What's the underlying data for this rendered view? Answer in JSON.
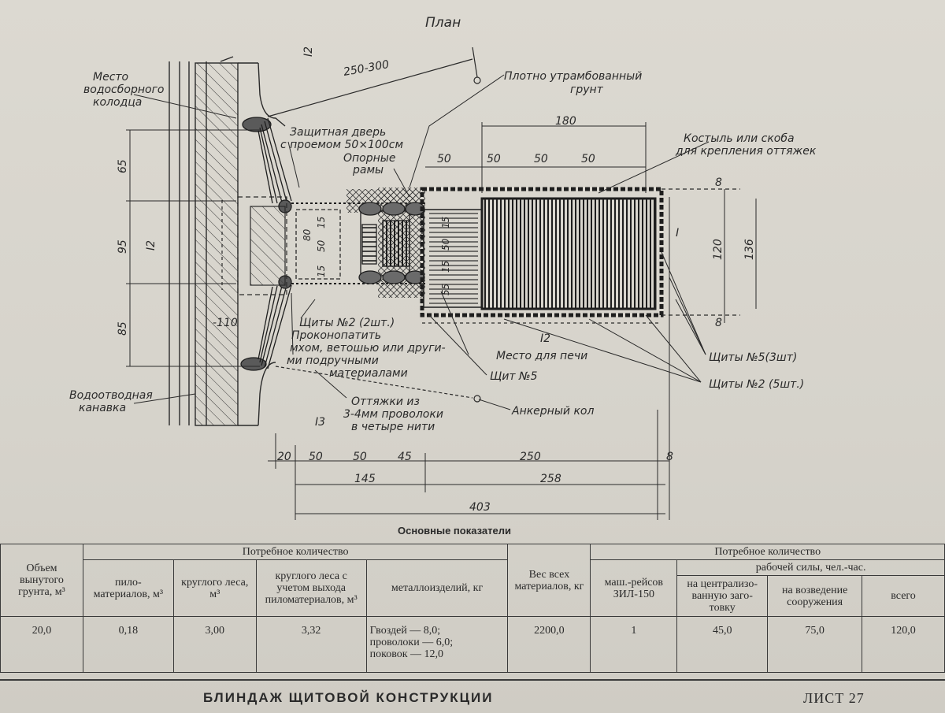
{
  "plan_title": "План",
  "callouts": {
    "well": [
      "Место",
      "водосборного",
      "колодца"
    ],
    "compacted_soil": [
      "Плотно утрамбованный",
      "грунт"
    ],
    "protective_door": [
      "Защитная дверь",
      "с проемом 50×100см"
    ],
    "support_frames": [
      "Опорные",
      "рамы"
    ],
    "staple": [
      "Костыль или скоба",
      "для крепления оттяжек"
    ],
    "shields_2_2pcs": "Щиты №2 (2шт.)",
    "caulk": [
      "Проконопатить",
      "мхом, ветошью или други-",
      "ми подручными",
      "материалами"
    ],
    "stove": "Место для печи",
    "shield_5": "Щит №5",
    "shields_5_3pcs": "Щиты №5(3шт)",
    "shields_2_5pcs": "Щиты №2 (5шт.)",
    "drainage": [
      "Водоотводная",
      "канавка"
    ],
    "guys": [
      "Оттяжки из",
      "3-4мм проволоки",
      "в четыре нити"
    ],
    "anchor": "Анкерный кол"
  },
  "dimensions": {
    "top_250_300": "250-300",
    "top_180": "180",
    "top_50a": "50",
    "top_50b": "50",
    "top_50c": "50",
    "top_50d": "50",
    "left_65": "65",
    "left_95": "95",
    "left_85": "85",
    "right_8a": "8",
    "right_120": "120",
    "right_136": "136",
    "right_8b": "8",
    "inner_80": "80",
    "inner_15a": "15",
    "inner_50": "50",
    "inner_15b": "15",
    "inner_15c": "15",
    "inner_50b": "50",
    "inner_15d": "15",
    "inner_55": "55",
    "minus_110": "-110",
    "bottom_20": "20",
    "bottom_50a": "50",
    "bottom_50b": "50",
    "bottom_45": "45",
    "bottom_250": "250",
    "bottom_8": "8",
    "bottom_145": "145",
    "bottom_258": "258",
    "bottom_403": "403",
    "section_I": "I",
    "section_marks": [
      "I2",
      "I2",
      "I2",
      "I3"
    ]
  },
  "table": {
    "caption": "Основные показатели",
    "header": {
      "volume": "Объем вынутого грунта, м³",
      "need_group": "Потребное количество",
      "lumber": "пило- материалов, м³",
      "round_wood": "круглого леса, м³",
      "round_wood_yield": "круглого леса с учетом выхода пиломатериалов, м³",
      "metal": "металлоизделий, кг",
      "weight": "Вес всех материалов, кг",
      "need_group2": "Потребное количество",
      "trucks": "маш.-рейсов ЗИЛ-150",
      "labor_group": "рабочей силы, чел.-час.",
      "labor_central": "на централизо- ванную заго- товку",
      "labor_build": "на возведение сооружения",
      "labor_total": "всего"
    },
    "row": {
      "volume": "20,0",
      "lumber": "0,18",
      "round_wood": "3,00",
      "round_wood_yield": "3,32",
      "metal": "Гвоздей — 8,0;\nпроволоки — 6,0;\nпоковок — 12,0",
      "weight": "2200,0",
      "trucks": "1",
      "labor_central": "45,0",
      "labor_build": "75,0",
      "labor_total": "120,0"
    }
  },
  "footer": {
    "title": "БЛИНДАЖ ЩИТОВОЙ КОНСТРУКЦИИ",
    "sheet": "ЛИСТ 27"
  }
}
